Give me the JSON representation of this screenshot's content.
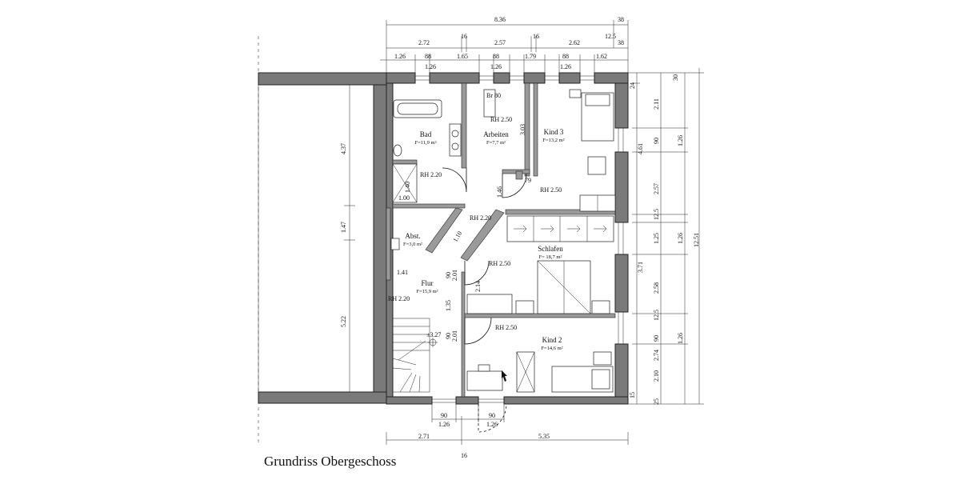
{
  "caption": "Grundriss Obergeschoss",
  "rooms": {
    "bad": {
      "name": "Bad",
      "area": "F=11,9 m²"
    },
    "arbeiten": {
      "name": "Arbeiten",
      "area": "F=7,7 m²"
    },
    "kind3": {
      "name": "Kind 3",
      "area": "F=13,2 m²"
    },
    "abst": {
      "name": "Abst.",
      "area": "F=3,0 m²"
    },
    "schlafen": {
      "name": "Schlafen",
      "area": "F= 18,7 m²"
    },
    "flur": {
      "name": "Flur",
      "area": "F=15,9 m²"
    },
    "kind2": {
      "name": "Kind 2",
      "area": "F=14,6 m²"
    }
  },
  "room_heights": {
    "arbeiten": "RH 2.50",
    "bad_shower": "RH 2.20",
    "kind3_door": "RH 2.50",
    "hall_upper": "RH 2.20",
    "schlafen_door": "RH 2.50",
    "flur": "RH 2.20",
    "kind2_door": "RH 2.50"
  },
  "labels": {
    "br80": "Br 80",
    "level": "±3.27"
  },
  "dims_top": {
    "total": "8.36",
    "total_r": "38",
    "row2": [
      "2.72",
      "16",
      "2.57",
      "16",
      "2.62",
      "12.5",
      "38"
    ],
    "row3": [
      "1.26",
      "88",
      "1.65",
      "88",
      "1.79",
      "88",
      "1.62"
    ],
    "row3_sub": [
      "1.26",
      "1.26",
      "1.26"
    ]
  },
  "dims_right": {
    "col1": [
      "24",
      "2.11",
      "90",
      "1.26",
      "2.57",
      "12.5",
      "1.25",
      "1.26",
      "2.58",
      "12.5",
      "90",
      "1.26",
      "2.74",
      "2.10",
      "15",
      "25"
    ],
    "mid": [
      "4.61",
      "3.71"
    ],
    "top": "30",
    "total": "12.51"
  },
  "dims_left": [
    "4.37",
    "1.47",
    "5.22"
  ],
  "dims_interior": [
    "3.03",
    "1.46",
    "79",
    "1.40",
    "1.00",
    "1.10",
    "1.41",
    "2.01",
    "90",
    "2.14",
    "1.35",
    "90",
    "2.01"
  ],
  "dims_bottom": {
    "row1": [
      "90",
      "90"
    ],
    "row1_sub": [
      "1.26",
      "1.26"
    ],
    "row2": [
      "2.71",
      "5.35"
    ],
    "row3": "16"
  }
}
